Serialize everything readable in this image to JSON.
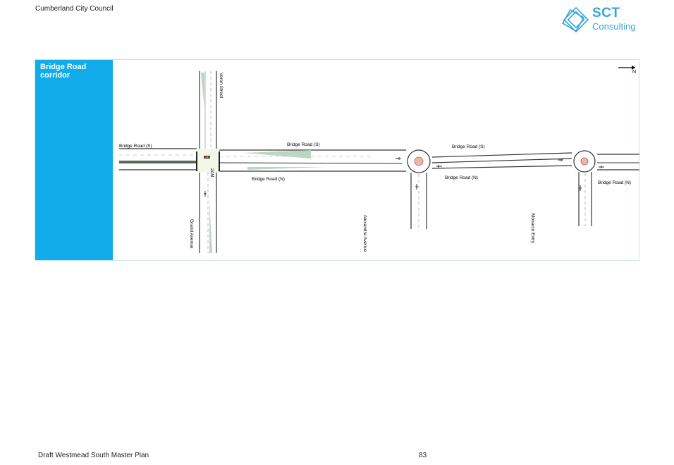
{
  "header": {
    "organisation": "Cumberland City Council"
  },
  "logo": {
    "line1": "SCT",
    "line2": "Consulting",
    "icon": "diamond-logo-icon",
    "color": "#33a7d9"
  },
  "panel": {
    "title": "Bridge Road corridor",
    "accent_color": "#12acea",
    "diagram": {
      "north_arrow": "N",
      "labels": {
        "bridge_s_west": "Bridge Road (S)",
        "bridge_s_mid": "Bridge Road (S)",
        "bridge_s_east": "Bridge Road (S)",
        "bridge_n_mid": "Bridge Road (N)",
        "bridge_n_east": "Bridge Road (N)",
        "bridge_n_far": "Bridge Road (N)",
        "veron": "Veron Street",
        "grand": "Grand Avenue",
        "alexandra": "Alexandra Avenue",
        "monarco": "Monarco Entry",
        "signal_note": "2AM"
      }
    }
  },
  "footer": {
    "document": "Draft Westmead South Master Plan",
    "page": "83"
  }
}
